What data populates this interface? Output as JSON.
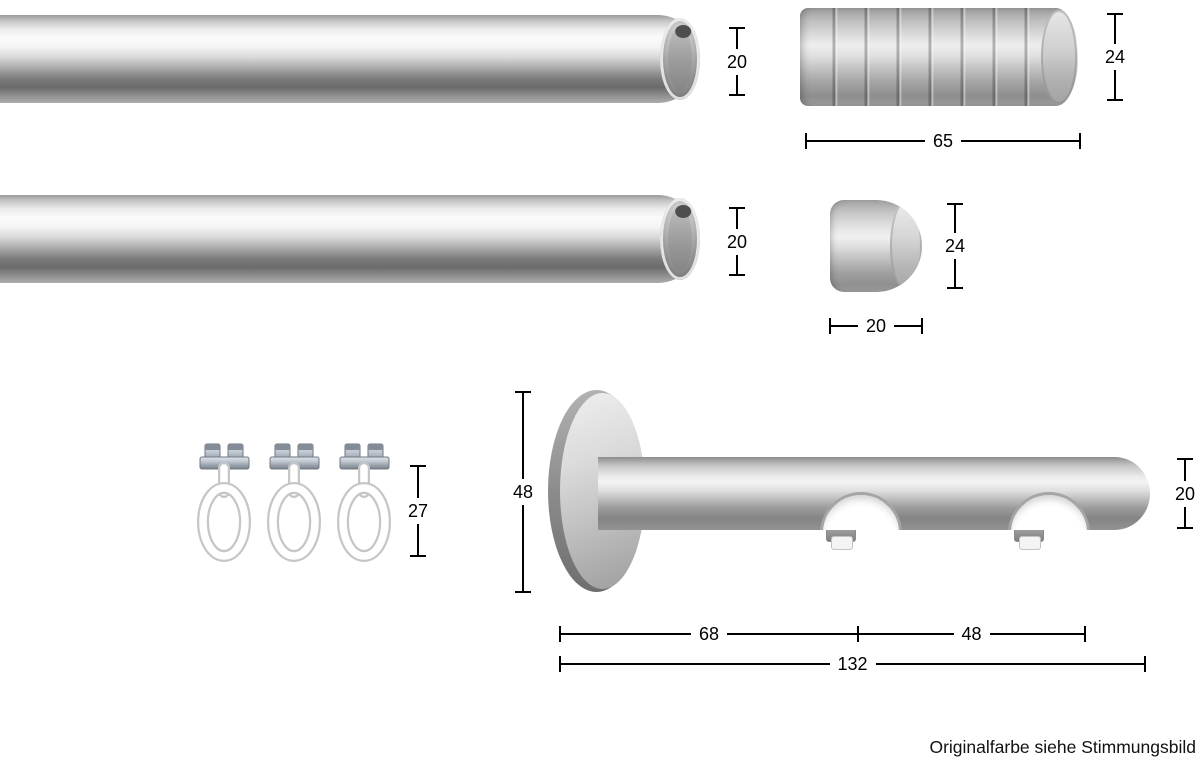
{
  "footnote": "Originalfarbe siehe Stimmungsbild",
  "dims": {
    "rod_top_diameter": "20",
    "rod_bottom_diameter": "20",
    "cap_large_diameter": "24",
    "cap_large_length": "65",
    "cap_small_diameter": "24",
    "cap_small_length": "20",
    "glider_height": "27",
    "bracket_plate_diameter": "48",
    "bracket_arm_diameter": "20",
    "bracket_wall_to_first_rod": "68",
    "bracket_first_to_second_rod": "48",
    "bracket_total_depth": "132"
  },
  "colors": {
    "background": "#ffffff",
    "dimension_lines": "#000000",
    "metal_highlight": "#f5f5f5",
    "metal_shadow": "#6a6a6a",
    "glider_plastic": "#ffffff"
  }
}
